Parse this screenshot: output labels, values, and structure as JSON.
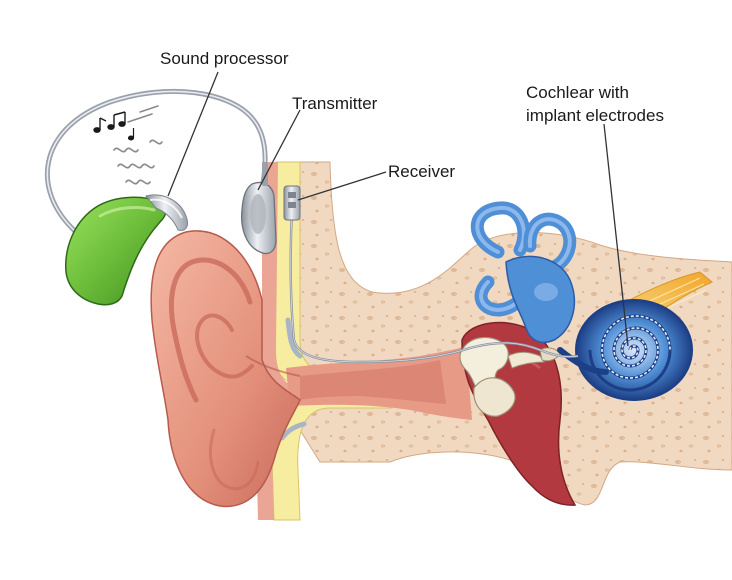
{
  "labels": {
    "sound_processor": "Sound processor",
    "transmitter": "Transmitter",
    "receiver": "Receiver",
    "cochlear_line1": "Cochlear with",
    "cochlear_line2": "implant electrodes"
  },
  "colors": {
    "background": "#ffffff",
    "skin": "#e79a86",
    "skin_dark": "#c8675a",
    "bone": "#f1d8c0",
    "bone_spots": "#dfb896",
    "fat_yellow": "#f7eda0",
    "canal_red": "#b2393f",
    "processor_green": "#6cbd3a",
    "processor_dark": "#3f8f22",
    "device_silver": "#b9bec6",
    "cochlea_blue": "#4f8fd6",
    "cochlea_dark": "#1d3f86",
    "nerve_yellow": "#f3c64a",
    "leader_line": "#333333"
  },
  "icons": {
    "music_notes": "music-note-icon",
    "sound_waves": "sound-wave-icon"
  }
}
